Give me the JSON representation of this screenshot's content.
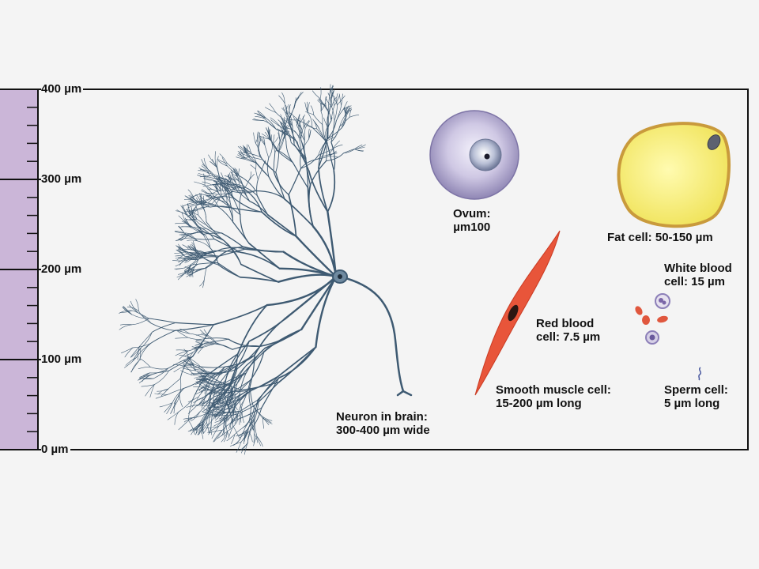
{
  "scale": {
    "ticks": [
      {
        "value": 400,
        "label": "400 µm"
      },
      {
        "value": 300,
        "label": "300 µm"
      },
      {
        "value": 200,
        "label": "200 µm"
      },
      {
        "value": 100,
        "label": "100 µm"
      },
      {
        "value": 0,
        "label": "0 µm"
      }
    ]
  },
  "cells": {
    "neuron": {
      "line1": "Neuron in brain:",
      "line2": "300-400 µm wide"
    },
    "ovum": {
      "line1": "Ovum:",
      "line2": "µm100"
    },
    "fat": {
      "line1": "Fat cell: 50-150 µm"
    },
    "white_blood": {
      "line1": "White blood",
      "line2": "cell: 15 µm"
    },
    "red_blood": {
      "line1": "Red blood",
      "line2": "cell: 7.5 µm"
    },
    "smooth_muscle": {
      "line1": "Smooth muscle cell:",
      "line2": "15-200 µm long"
    },
    "sperm": {
      "line1": "Sperm cell:",
      "line2": "5 µm long"
    }
  },
  "colors": {
    "ruler": "#cbb6d8",
    "neuron": "#3e5a72",
    "ovum": "#c7c0de",
    "fat_fill": "#f7ef7a",
    "fat_border": "#c99a3c",
    "muscle": "#e8553a",
    "red_blood": "#e0573e",
    "white_blood": "#8c7fb8"
  }
}
